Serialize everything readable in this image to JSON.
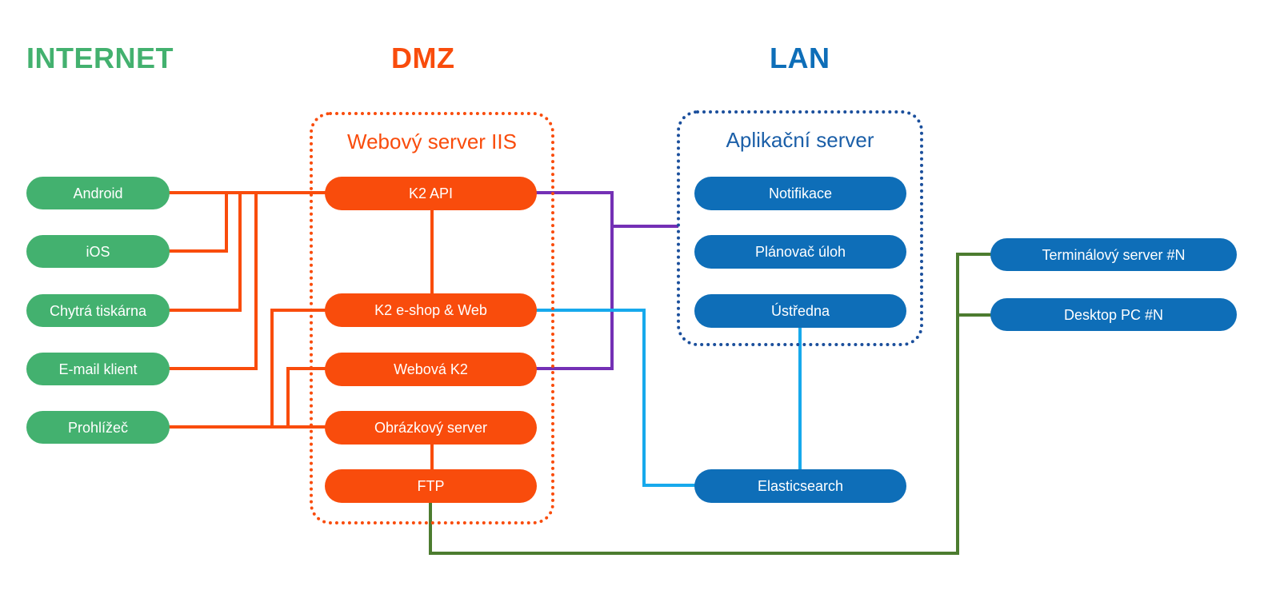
{
  "zones": [
    {
      "id": "internet",
      "label": "INTERNET",
      "color": "#43B16F"
    },
    {
      "id": "dmz",
      "label": "DMZ",
      "color": "#F94C0C"
    },
    {
      "id": "lan",
      "label": "LAN",
      "color": "#0E6EB8"
    }
  ],
  "groups": {
    "dmz": {
      "caption": "Webový server IIS",
      "border_color": "#F94C0C"
    },
    "lan": {
      "caption": "Aplikační server",
      "border_color": "#1B4F9C"
    }
  },
  "clients": [
    {
      "label": "Android",
      "color": "#43B16F"
    },
    {
      "label": "iOS",
      "color": "#43B16F"
    },
    {
      "label": "Chytrá tiskárna",
      "color": "#43B16F"
    },
    {
      "label": "E-mail klient",
      "color": "#43B16F"
    },
    {
      "label": "Prohlížeč",
      "color": "#43B16F"
    }
  ],
  "dmz_services": [
    {
      "label": "K2 API",
      "color": "#F94C0C"
    },
    {
      "label": "K2 e-shop & Web",
      "color": "#F94C0C"
    },
    {
      "label": "Webová K2",
      "color": "#F94C0C"
    },
    {
      "label": "Obrázkový server",
      "color": "#F94C0C"
    },
    {
      "label": "FTP",
      "color": "#F94C0C"
    }
  ],
  "lan_services": [
    {
      "label": "Notifikace",
      "color": "#0E6EB8"
    },
    {
      "label": "Plánovač úloh",
      "color": "#0E6EB8"
    },
    {
      "label": "Ústředna",
      "color": "#0E6EB8"
    }
  ],
  "standalone": [
    {
      "label": "Elasticsearch",
      "color": "#0E6EB8"
    },
    {
      "label": "Terminálový server #N",
      "color": "#0E6EB8"
    },
    {
      "label": "Desktop PC #N",
      "color": "#0E6EB8"
    }
  ],
  "connector_colors": {
    "client_to_dmz": "#F94C0C",
    "dmz_to_lan": "#7430B5",
    "dmz_to_elasticsearch": "#17A9EC",
    "lan_internal": "#17A9EC",
    "dmz_to_terminals": "#4C7C2F",
    "dmz_internal": "#F94C0C"
  }
}
